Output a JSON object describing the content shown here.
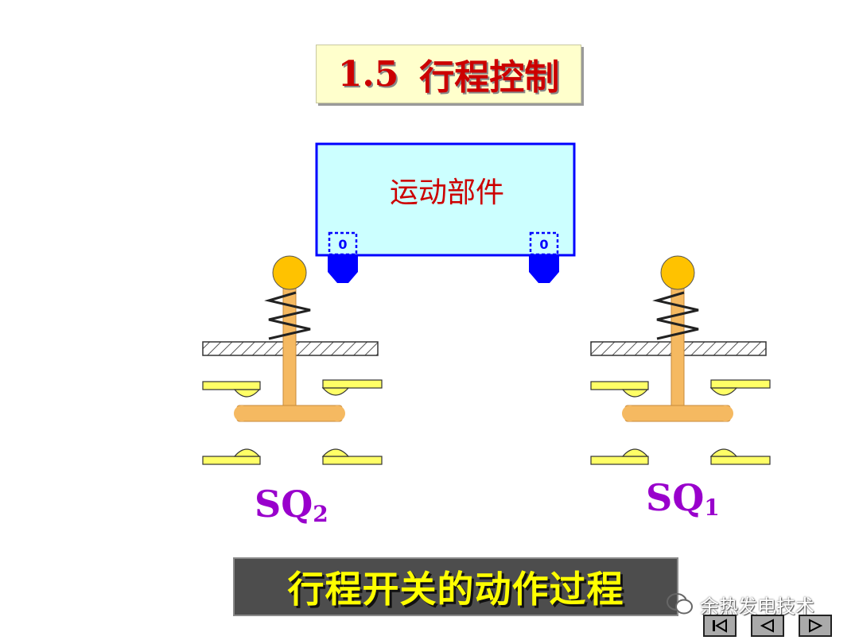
{
  "title": {
    "number": "1.5",
    "text": "行程控制"
  },
  "moving_part": {
    "label": "运动部件"
  },
  "cam_labels": {
    "left": "0",
    "right": "0"
  },
  "switches": {
    "left": {
      "name": "SQ",
      "sub": "2"
    },
    "right": {
      "name": "SQ",
      "sub": "1"
    }
  },
  "caption": "行程开关的动作过程",
  "watermark": "余热发电技术",
  "nav": {
    "first": "first-slide",
    "prev": "previous-slide",
    "next": "next-slide"
  },
  "colors": {
    "title_text": "#cc0000",
    "moving_part_fill": "#ccffff",
    "moving_part_border": "#0000ff",
    "cam_fill": "#0000ff",
    "rod_fill": "#f5b961",
    "knob_fill": "#ffc200",
    "contact_fill": "#ffff66",
    "switch_label": "#9900cc",
    "caption_bg": "#4d4d4d",
    "caption_text": "#ffff00"
  }
}
